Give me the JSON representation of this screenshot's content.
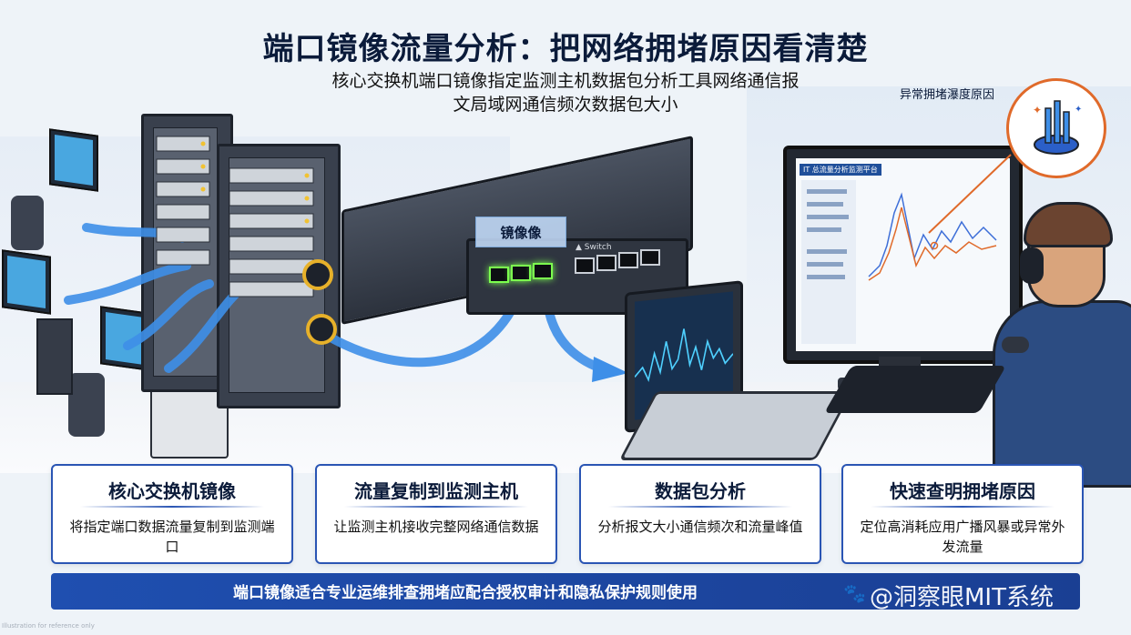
{
  "title": "端口镜像流量分析：把网络拥堵原因看清楚",
  "subtitle_lines": [
    "核心交换机端口镜像指定监测主机数据包分析工具网络通信报",
    "文局域网通信频次数据包大小"
  ],
  "switch": {
    "mirror_label": "镜像像",
    "brand": "▲ Switch"
  },
  "callout": {
    "label": "异常拥堵瀑度原因",
    "icon": "bar-chart-rising-icon",
    "accent_color": "#e06a2a"
  },
  "monitor": {
    "title": "IT 总流量分析监测平台",
    "icon": "dashboard-icon"
  },
  "cards": [
    {
      "title": "核心交换机镜像",
      "desc": "将指定端口数据流量复制到监测端口"
    },
    {
      "title": "流量复制到监测主机",
      "desc": "让监测主机接收完整网络通信数据"
    },
    {
      "title": "数据包分析",
      "desc": "分析报文大小通信频次和流量峰值"
    },
    {
      "title": "快速查明拥堵原因",
      "desc": "定位高消耗应用广播风暴或异常外发流量"
    }
  ],
  "banner": "端口镜像适合专业运维排查拥堵应配合授权审计和隐私保护规则使用",
  "watermark": "@洞察眼MIT系统",
  "watermark_icon": "paw-icon",
  "footnote": "Illustration for reference only",
  "colors": {
    "primary": "#2a55b4",
    "banner": "#1f4fb0",
    "mirror_flow": "#3e8fe8",
    "lit_port": "#7cff4f"
  }
}
